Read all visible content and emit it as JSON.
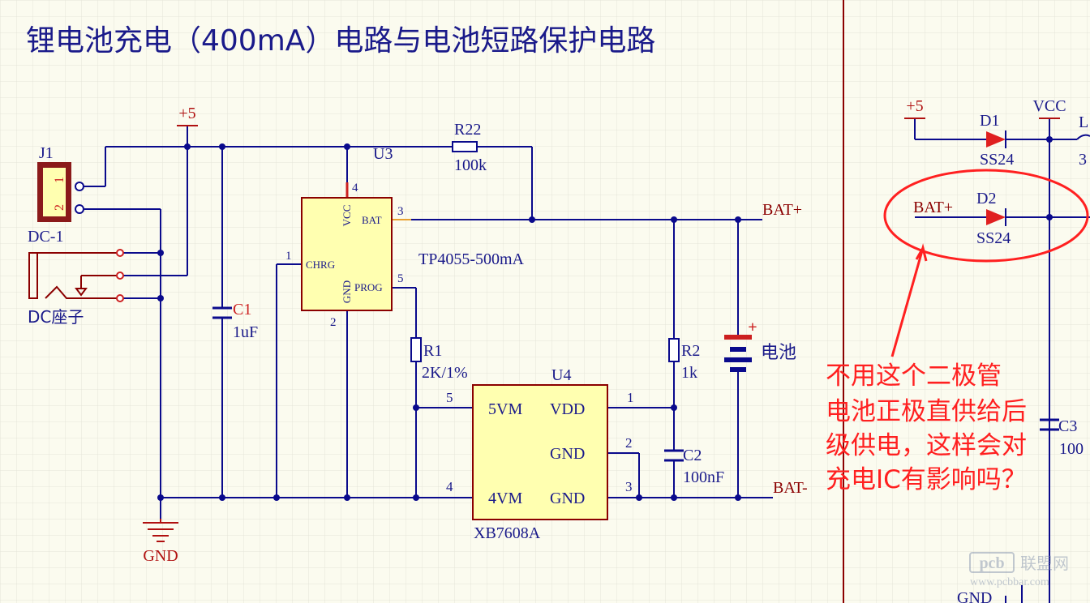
{
  "title": "锂电池充电（400mA）电路与电池短路保护电路",
  "colors": {
    "background": "#fbfbef",
    "grid": "#e4e4d8",
    "wire": "#0a0a8c",
    "component_body": "#ffffb0",
    "component_outline": "#8b0000",
    "power_red": "#b01010",
    "label_blue": "#1a1a8a",
    "annotation_red": "#ff2020",
    "connector_fill": "#cc2020"
  },
  "labels": {
    "p5_left": "+5",
    "p5_right": "+5",
    "vcc_right": "VCC",
    "gnd_left": "GND",
    "gnd_right": "GND",
    "bat_plus_left": "BAT+",
    "bat_minus": "BAT-",
    "bat_plus_right": "BAT+",
    "l_partial": "L",
    "three_partial": "3",
    "hundred_partial": "100"
  },
  "components": {
    "j1": {
      "ref": "J1",
      "pin1": "1",
      "pin2": "2",
      "value": "DC-1"
    },
    "dc_jack": {
      "name": "DC座子"
    },
    "u3": {
      "ref": "U3",
      "part": "TP4055-500mA",
      "pin_vcc": "VCC",
      "pin_bat": "BAT",
      "pin_chrg": "CHRG",
      "pin_gnd": "GND",
      "pin_prog": "PROG",
      "num_vcc": "4",
      "num_bat": "3",
      "num_chrg": "1",
      "num_prog": "5",
      "num_gnd": "2"
    },
    "r22": {
      "ref": "R22",
      "value": "100k"
    },
    "c1": {
      "ref": "C1",
      "value": "1uF"
    },
    "r1": {
      "ref": "R1",
      "value": "2K/1%"
    },
    "u4": {
      "ref": "U4",
      "part": "XB7608A",
      "pin_5vm": "5VM",
      "pin_vdd": "VDD",
      "pin_gnd1": "GND",
      "pin_4vm": "4VM",
      "pin_gnd2": "GND",
      "num_5": "5",
      "num_1": "1",
      "num_2": "2",
      "num_4": "4",
      "num_3": "3"
    },
    "r2": {
      "ref": "R2",
      "value": "1k"
    },
    "c2": {
      "ref": "C2",
      "value": "100nF"
    },
    "battery": {
      "plus": "+",
      "name": "电池"
    },
    "d1": {
      "ref": "D1",
      "value": "SS24"
    },
    "d2": {
      "ref": "D2",
      "value": "SS24"
    },
    "c3": {
      "ref": "C3"
    }
  },
  "annotation": {
    "lines": [
      "不用这个二极管",
      "电池正极直供给后",
      "级供电，这样会对",
      "充电IC有影响吗？"
    ]
  },
  "watermark": {
    "logo": "pcb",
    "site_name": "联盟网",
    "url": "www.pcbbar.com"
  }
}
